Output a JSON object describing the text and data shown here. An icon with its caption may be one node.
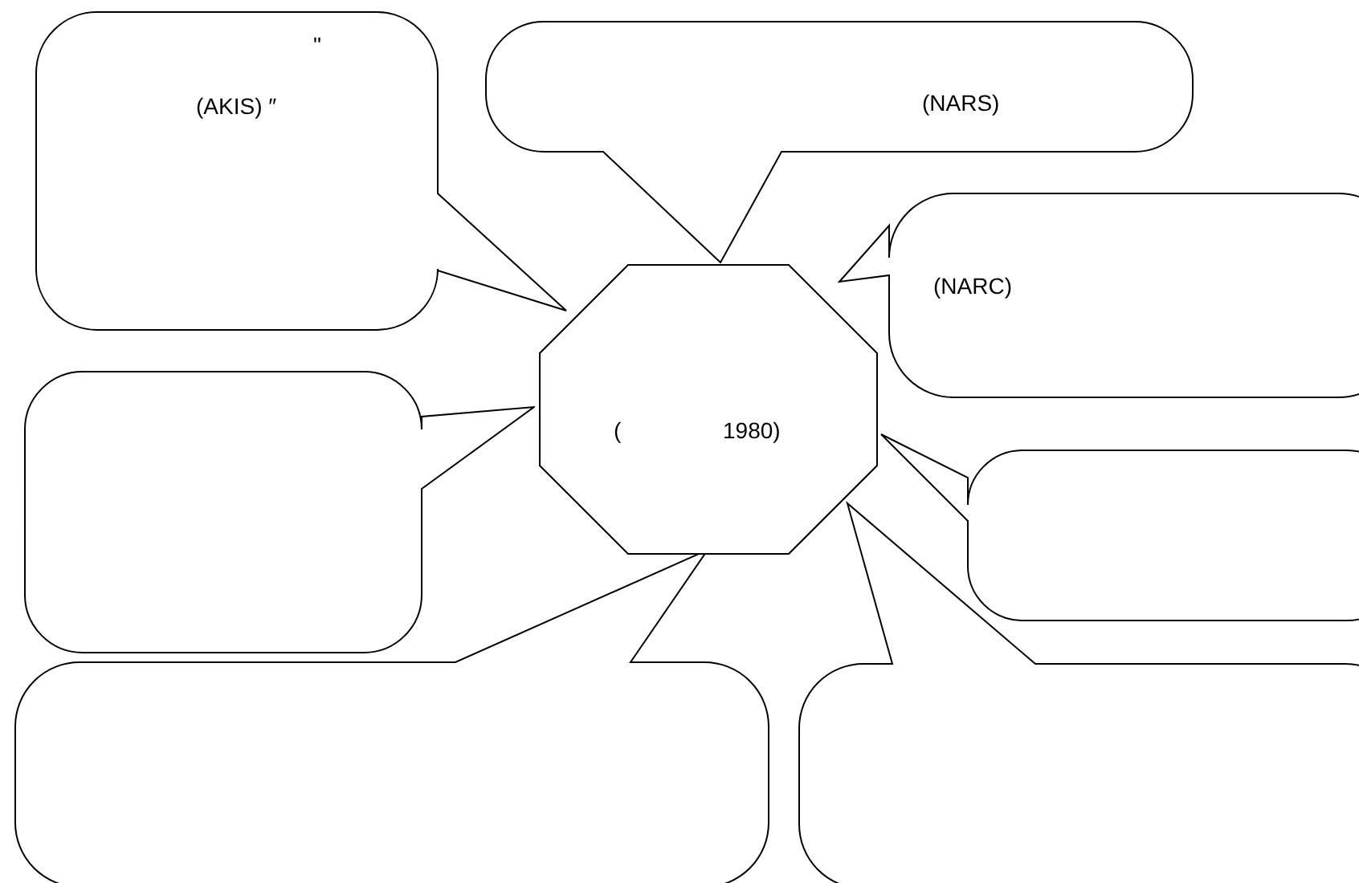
{
  "diagram": {
    "nodes": [
      {
        "text": [
          "(",
          "1980)"
        ]
      },
      {
        "text": [
          "\"",
          "(AKIS) ″"
        ]
      },
      {
        "text": [
          "(NARS)"
        ]
      },
      {
        "text": [
          "(NARC)"
        ]
      },
      {
        "text": [],
        "shape": "box"
      },
      {
        "text": [],
        "shape": "box"
      },
      {
        "text": [],
        "shape": "box"
      },
      {
        "text": [],
        "shape": "box"
      }
    ]
  }
}
